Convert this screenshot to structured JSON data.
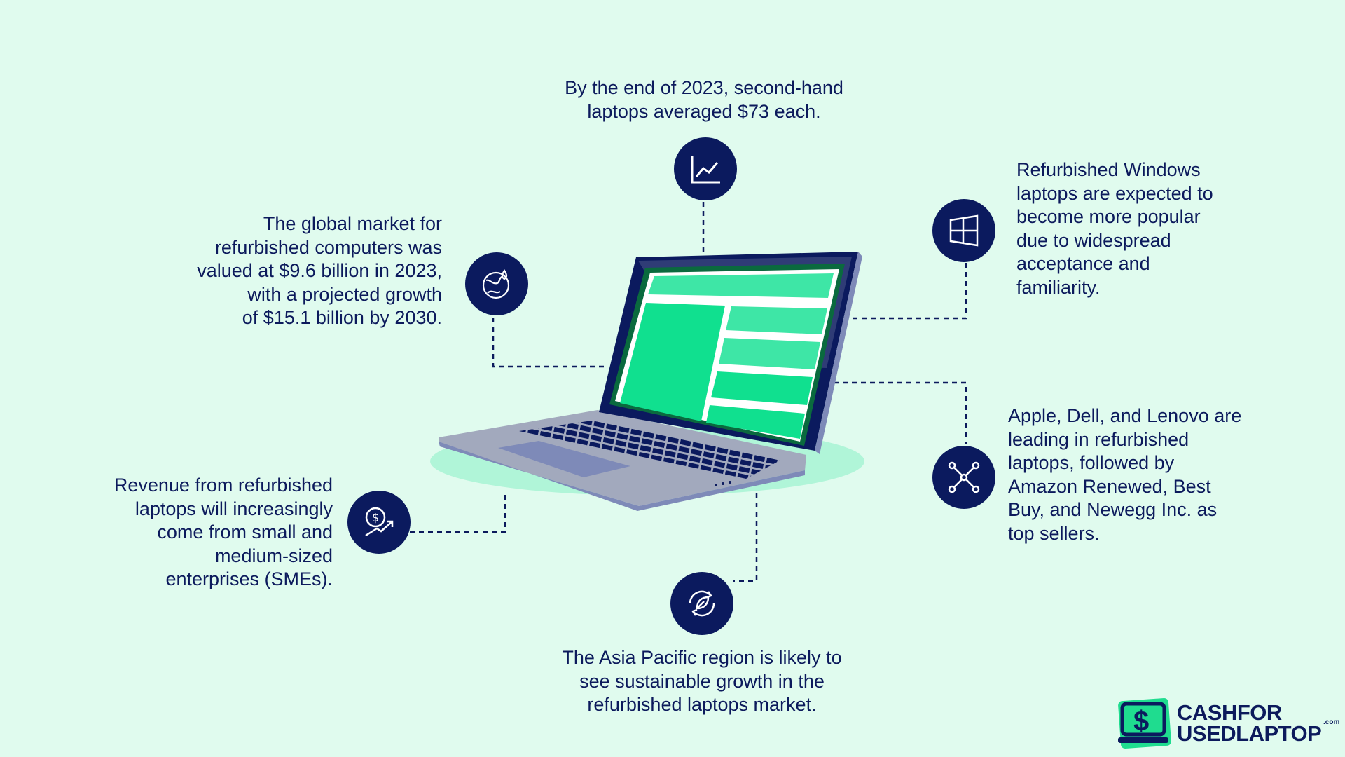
{
  "facts": {
    "price": "By the end of 2023, second-hand laptops averaged $73 each.",
    "market": "The global market for refurbished computers was valued at $9.6 billion in 2023, with a projected growth of $15.1 billion by 2030.",
    "windows": "Refurbished Windows laptops are expected to become more popular due to widespread acceptance and familiarity.",
    "brands": "Apple, Dell, and Lenovo are leading in refurbished laptops, followed by Amazon Renewed, Best Buy, and Newegg Inc. as top sellers.",
    "revenue": "Revenue from refurbished laptops will increasingly come from small and medium-sized enterprises (SMEs).",
    "asia": "The Asia Pacific region is likely to see sustainable growth in the refurbished laptops market."
  },
  "price_lines": [
    "By the end of 2023, second-hand",
    "laptops averaged $73 each."
  ],
  "market_lines": [
    "The global market for",
    "refurbished computers was",
    "valued at $9.6 billion in 2023,",
    "with a projected growth",
    "of $15.1 billion by 2030."
  ],
  "windows_lines": [
    "Refurbished Windows",
    "laptops are expected to",
    "become more popular",
    "due to widespread",
    "acceptance and",
    "familiarity."
  ],
  "brands_lines": [
    "Apple, Dell, and Lenovo are",
    "leading in refurbished",
    "laptops, followed by",
    "Amazon Renewed, Best",
    "Buy, and Newegg Inc. as",
    "top sellers."
  ],
  "revenue_lines": [
    "Revenue from refurbished",
    "laptops will increasingly",
    "come from small and",
    "medium-sized",
    "enterprises (SMEs)."
  ],
  "asia_lines": [
    "The Asia Pacific region is likely to",
    "see sustainable growth in the",
    "refurbished laptops market."
  ],
  "logo": {
    "line1": "CASHFOR",
    "line2": "USEDLAPTOP",
    "suffix": ".com"
  },
  "colors": {
    "background": "#e0fbee",
    "navy": "#0b1a5e",
    "green": "#10e08f"
  }
}
